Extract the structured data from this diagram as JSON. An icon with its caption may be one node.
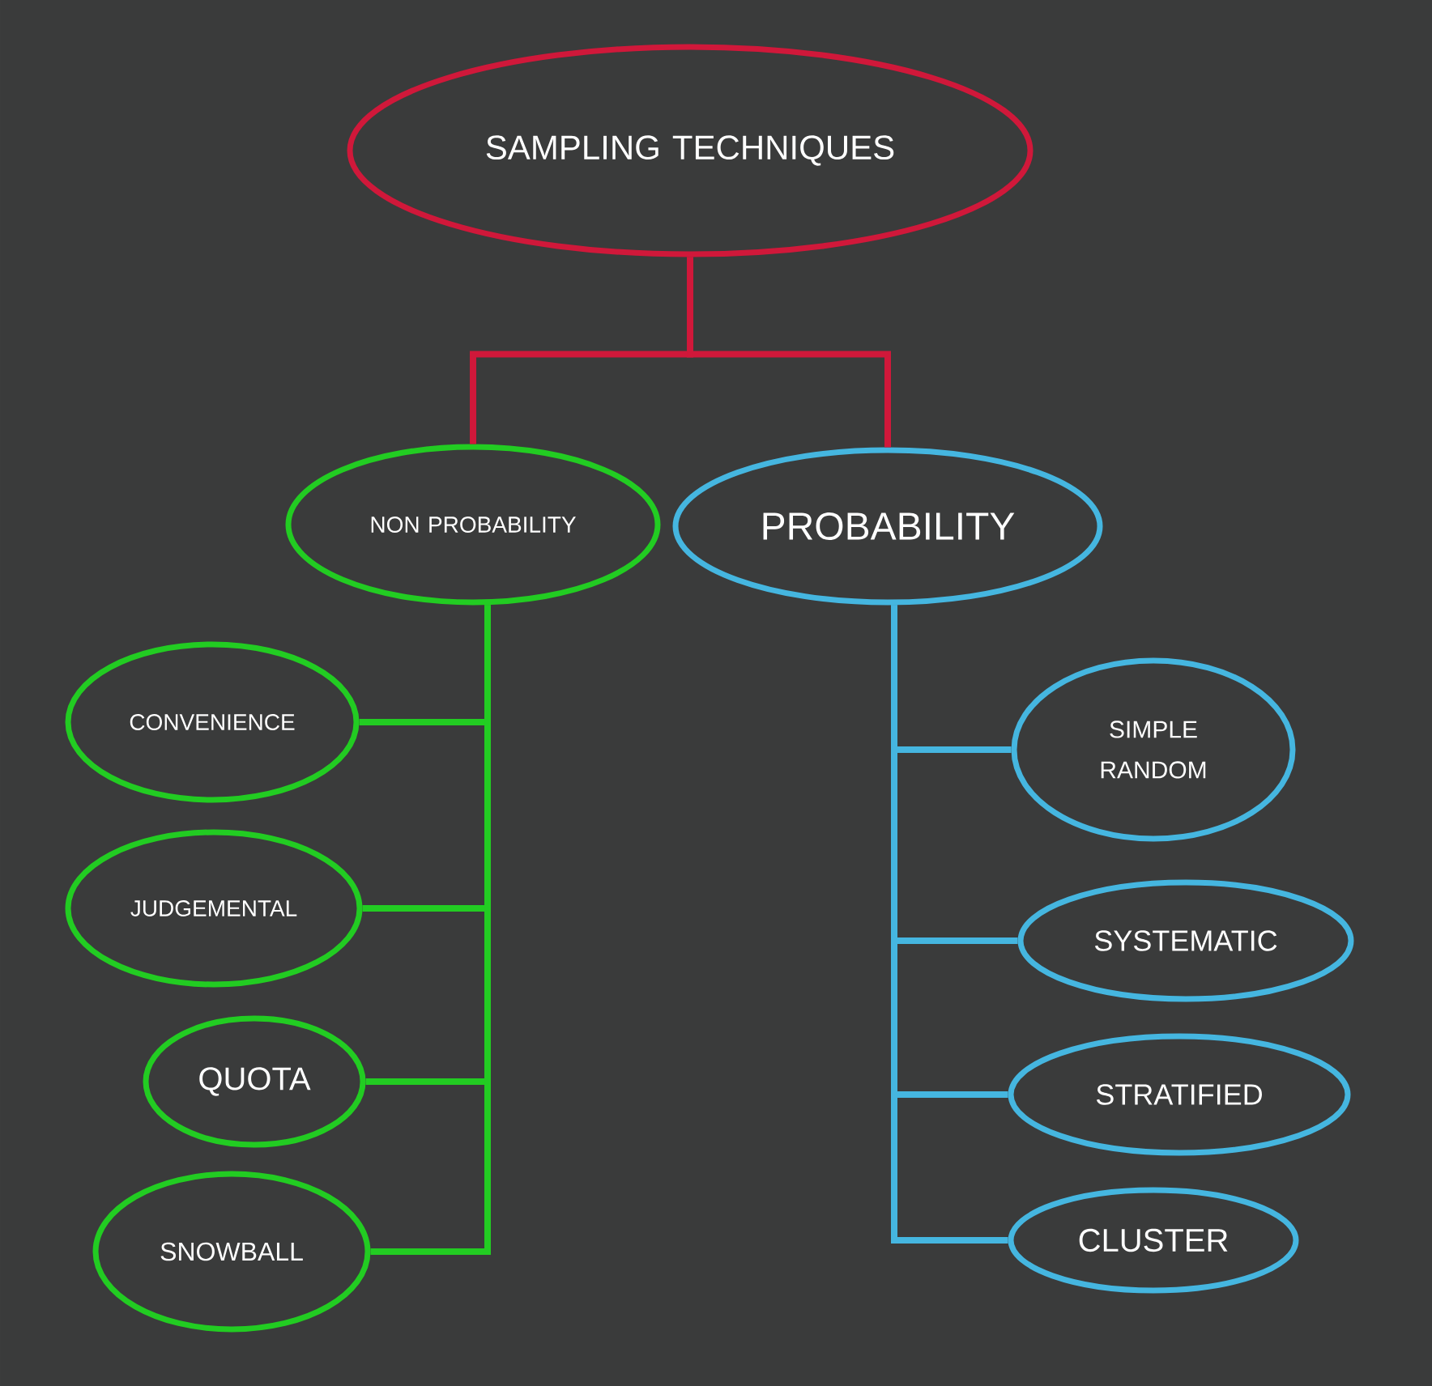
{
  "diagram": {
    "nodes": [
      {
        "text": [
          "SAMPLING TECHNIQUES"
        ]
      },
      {
        "text": [
          "NON PROBABILITY"
        ]
      },
      {
        "text": [
          "PROBABILITY"
        ]
      },
      {
        "text": [
          "CONVENIENCE"
        ]
      },
      {
        "text": [
          "JUDGEMENTAL"
        ]
      },
      {
        "text": [
          "QUOTA"
        ]
      },
      {
        "text": [
          "SNOWBALL"
        ]
      },
      {
        "text": [
          "SIMPLE RANDOM"
        ]
      },
      {
        "text": [
          "SYSTEMATIC"
        ]
      },
      {
        "text": [
          "STRATIFIED"
        ]
      },
      {
        "text": [
          "CLUSTER"
        ]
      }
    ],
    "edges": [
      {
        "from": 0,
        "to": 1,
        "arrow": "none",
        "color": "#d0183a"
      },
      {
        "from": 0,
        "to": 2,
        "arrow": "none",
        "color": "#d0183a"
      },
      {
        "from": 1,
        "to": 3,
        "arrow": "none",
        "color": "#22cc22"
      },
      {
        "from": 1,
        "to": 4,
        "arrow": "none",
        "color": "#22cc22"
      },
      {
        "from": 1,
        "to": 5,
        "arrow": "none",
        "color": "#22cc22"
      },
      {
        "from": 1,
        "to": 6,
        "arrow": "none",
        "color": "#22cc22"
      },
      {
        "from": 2,
        "to": 7,
        "arrow": "none",
        "color": "#45b6e0"
      },
      {
        "from": 2,
        "to": 8,
        "arrow": "none",
        "color": "#45b6e0"
      },
      {
        "from": 2,
        "to": 9,
        "arrow": "none",
        "color": "#45b6e0"
      },
      {
        "from": 2,
        "to": 10,
        "arrow": "none",
        "color": "#45b6e0"
      }
    ]
  }
}
